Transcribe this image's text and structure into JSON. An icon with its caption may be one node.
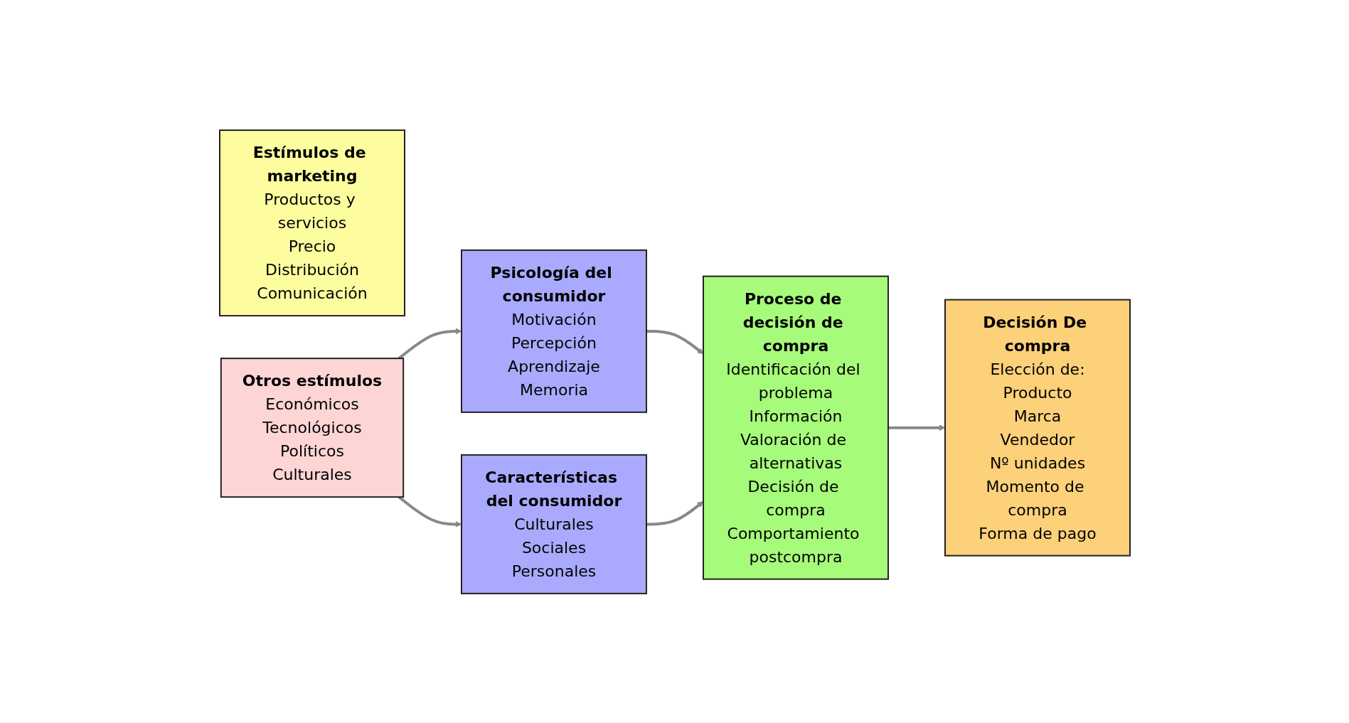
{
  "diagram": {
    "nodes": [
      {
        "text": [
          "Estímulos de marketing",
          "Productos y servicios",
          "Precio",
          "Distribución",
          "Comunicación"
        ]
      },
      {
        "text": [
          "Otros estímulos",
          "Económicos",
          "Tecnológicos",
          "Políticos",
          "Culturales"
        ]
      },
      {
        "text": [
          "Psicología del consumidor",
          "Motivación",
          "Percepción",
          "Aprendizaje",
          "Memoria"
        ]
      },
      {
        "text": [
          "Características del consumidor",
          "Culturales",
          "Sociales",
          "Personales"
        ]
      },
      {
        "text": [
          "Proceso de decisión de compra",
          "Identificación del problema",
          "Información",
          "Valoración de alternativas",
          "Decisión de compra",
          "Comportamiento postcompra"
        ]
      },
      {
        "text": [
          "Decisión De compra",
          "Elección de:",
          "Producto",
          "Marca",
          "Vendedor",
          "Nº unidades",
          "Momento de compra",
          "Forma de pago"
        ]
      }
    ],
    "edges": [
      {
        "from": 1,
        "to": 2,
        "arrow": "to"
      },
      {
        "from": 1,
        "to": 3,
        "arrow": "to"
      },
      {
        "from": 2,
        "to": 4,
        "arrow": "to"
      },
      {
        "from": 3,
        "to": 4,
        "arrow": "to"
      },
      {
        "from": 4,
        "to": 5,
        "arrow": "to"
      }
    ]
  }
}
